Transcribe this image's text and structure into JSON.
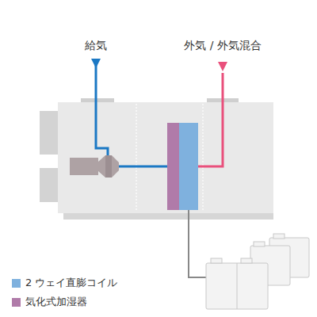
{
  "diagram": {
    "labels": [
      "給気",
      "外気 / 外気混合"
    ],
    "legend": [
      {
        "text": "2 ウェイ直膨コイル",
        "color": "#7fb1de"
      },
      {
        "text": "気化式加湿器",
        "color": "#b07ba9"
      }
    ]
  }
}
